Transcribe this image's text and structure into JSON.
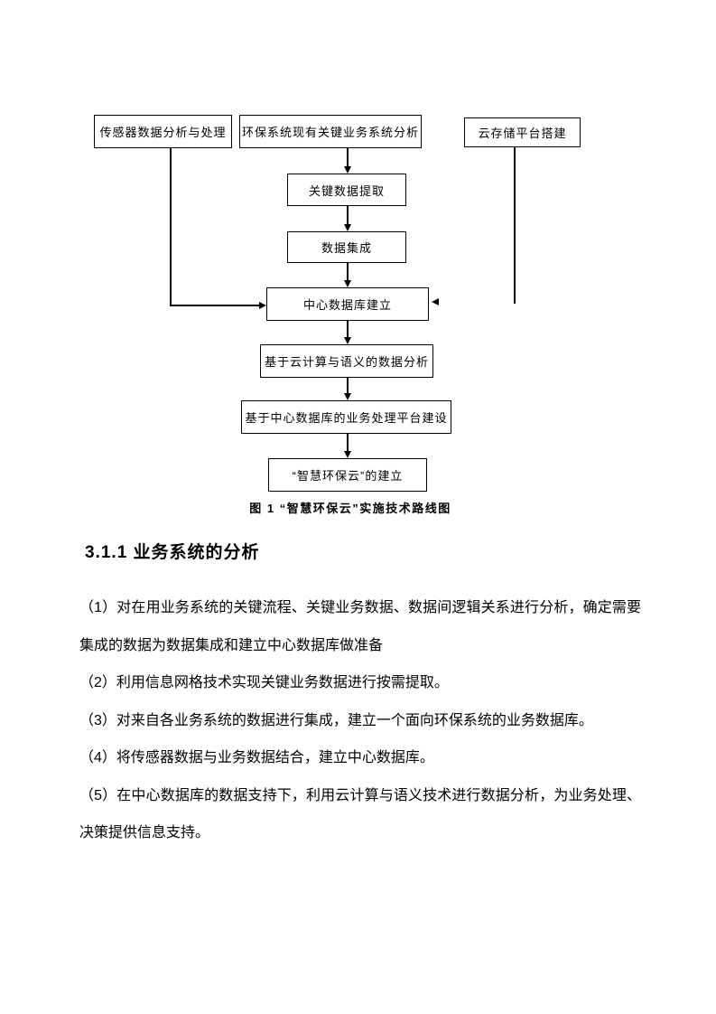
{
  "page": {
    "colors": {
      "background": "#ffffff",
      "text": "#000000",
      "line": "#000000"
    }
  },
  "figure": {
    "caption": "图 1 “智慧环保云”实施技术路线图",
    "nodes": {
      "sensor": "传感器数据分析与处理",
      "env": "环保系统现有关键业务系统分析",
      "cloud": "云存储平台搭建",
      "extract": "关键数据提取",
      "integrate": "数据集成",
      "central": "中心数据库建立",
      "analysis": "基于云计算与语义的数据分析",
      "platform": "基于中心数据库的业务处理平台建设",
      "smart": "“智慧环保云”的建立"
    },
    "edges": [
      {
        "from": "环保系统现有关键业务系统分析",
        "to": "关键数据提取"
      },
      {
        "from": "关键数据提取",
        "to": "数据集成"
      },
      {
        "from": "数据集成",
        "to": "中心数据库建立"
      },
      {
        "from": "中心数据库建立",
        "to": "基于云计算与语义的数据分析"
      },
      {
        "from": "基于云计算与语义的数据分析",
        "to": "基于中心数据库的业务处理平台建设"
      },
      {
        "from": "基于中心数据库的业务处理平台建设",
        "to": "“智慧环保云”的建立"
      },
      {
        "from": "传感器数据分析与处理",
        "to": "中心数据库建立"
      },
      {
        "from": "云存储平台搭建",
        "to": "中心数据库建立"
      }
    ]
  },
  "section": {
    "heading": "3.1.1 业务系统的分析"
  },
  "body": {
    "paragraphs": [
      "（1）对在用业务系统的关键流程、关键业务数据、数据间逻辑关系进行分析，确定需要集成的数据为数据集成和建立中心数据库做准备",
      "（2）利用信息网格技术实现关键业务数据进行按需提取。",
      "（3）对来自各业务系统的数据进行集成，建立一个面向环保系统的业务数据库。",
      "（4）将传感器数据与业务数据结合，建立中心数据库。",
      "（5）在中心数据库的数据支持下，利用云计算与语义技术进行数据分析，为业务处理、决策提供信息支持。"
    ]
  }
}
